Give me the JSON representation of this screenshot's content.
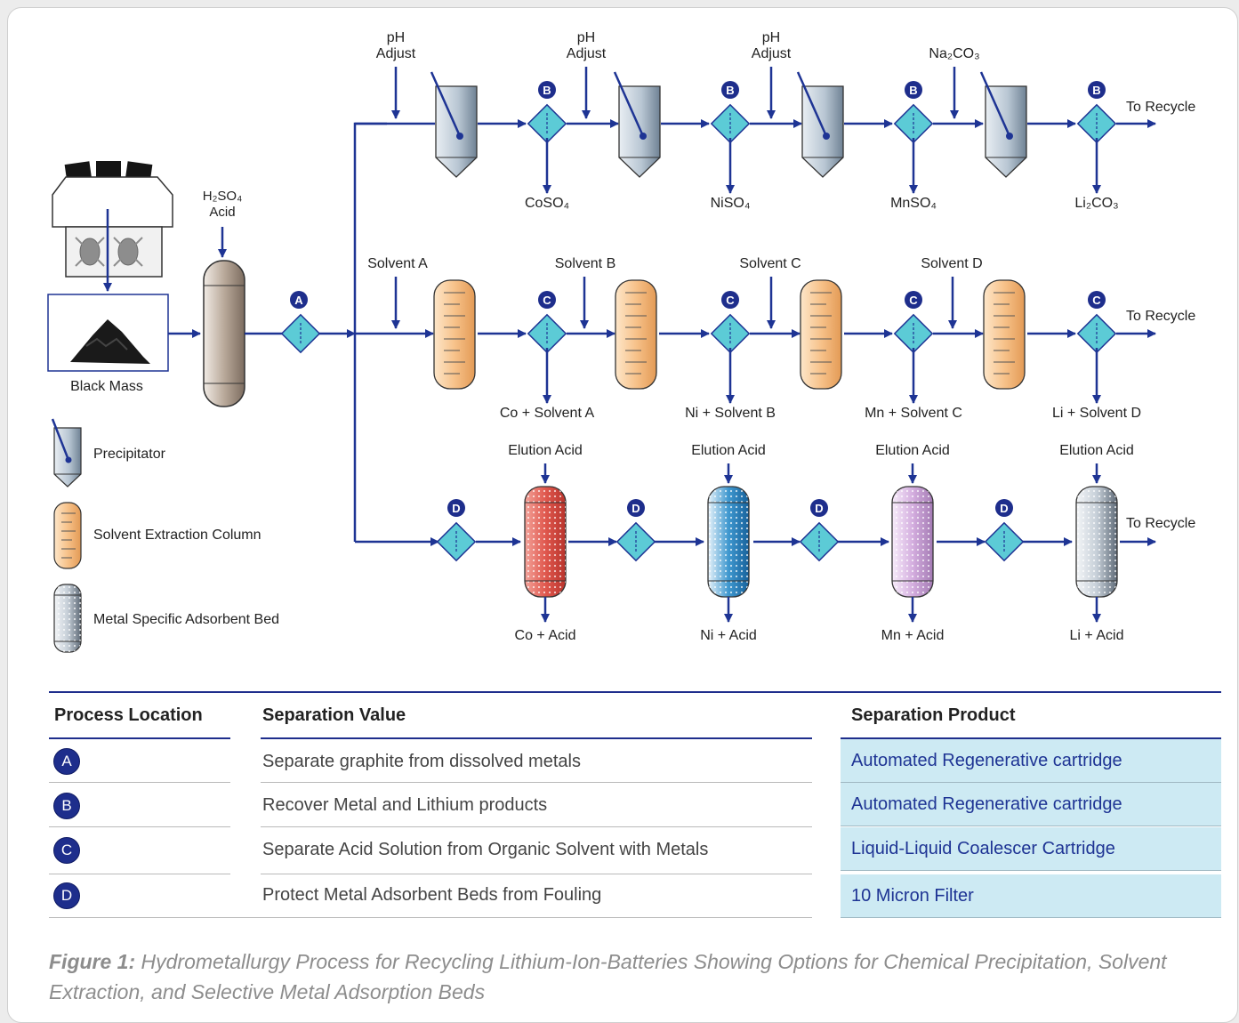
{
  "diagram": {
    "inputs": {
      "h2so4": "H₂SO₄",
      "acid": "Acid",
      "ph": "pH",
      "adjust": "Adjust",
      "na2co3": "Na₂CO₃",
      "solvents": [
        "Solvent A",
        "Solvent B",
        "Solvent C",
        "Solvent D"
      ],
      "elution_acid": "Elution Acid"
    },
    "black_mass_label": "Black Mass",
    "to_recycle": "To Recycle",
    "badge_letters": {
      "a": "A",
      "b": "B",
      "c": "C",
      "d": "D"
    },
    "precipitation_outputs": [
      "CoSO₄",
      "NiSO₄",
      "MnSO₄",
      "Li₂CO₃"
    ],
    "solvent_outputs": [
      "Co + Solvent A",
      "Ni + Solvent B",
      "Mn + Solvent C",
      "Li + Solvent D"
    ],
    "adsorption_outputs": [
      "Co + Acid",
      "Ni + Acid",
      "Mn + Acid",
      "Li + Acid"
    ],
    "legend": [
      {
        "label": "Precipitator",
        "icon": "precipitator-icon"
      },
      {
        "label": "Solvent Extraction Column",
        "icon": "solvent-column-icon"
      },
      {
        "label": "Metal Specific Adsorbent Bed",
        "icon": "adsorbent-bed-icon"
      }
    ],
    "colors": {
      "line": "#1e3494",
      "filter": "#5ccbd6",
      "column": "#f7c28a",
      "bed_co": "#e0584e",
      "bed_ni": "#3f98cf",
      "bed_mn": "#d4aedf",
      "bed_li": "#c6cfd8"
    }
  },
  "table": {
    "headers": [
      "Process Location",
      "Separation Value",
      "Separation Product"
    ],
    "rows": [
      {
        "location": "A",
        "value": "Separate graphite from dissolved metals",
        "product": "Automated Regenerative cartridge"
      },
      {
        "location": "B",
        "value": "Recover Metal and Lithium products",
        "product": "Automated Regenerative cartridge"
      },
      {
        "location": "C",
        "value": "Separate Acid Solution from Organic Solvent with Metals",
        "product": "Liquid-Liquid Coalescer Cartridge"
      },
      {
        "location": "D",
        "value": "Protect Metal Adsorbent Beds from Fouling",
        "product": "10 Micron Filter"
      }
    ]
  },
  "caption": {
    "label": "Figure 1:",
    "text": "Hydrometallurgy Process for Recycling Lithium-Ion-Batteries Showing Options for Chemical Precipitation, Solvent Extraction, and Selective Metal Adsorption Beds"
  }
}
